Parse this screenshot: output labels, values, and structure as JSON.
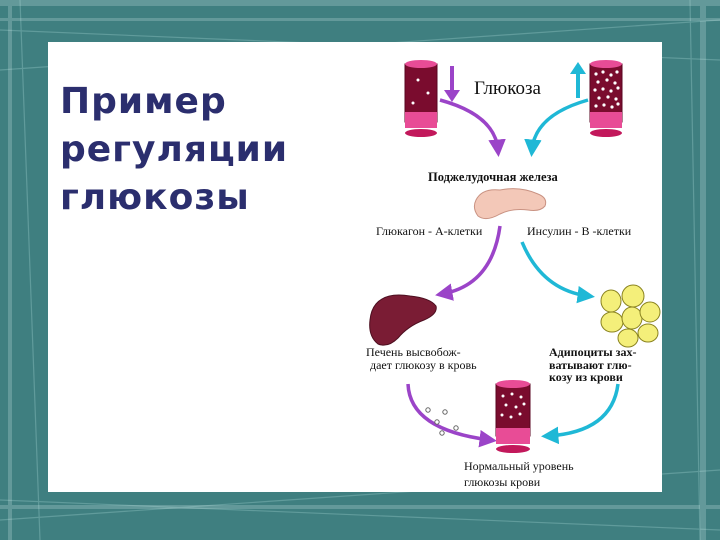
{
  "slide": {
    "title_lines": [
      "Пример",
      "регуляции",
      "глюкозы"
    ]
  },
  "diagram": {
    "glucose_label": "Глюкоза",
    "pancreas_label": "Поджелудочная железа",
    "glucagon_label": "Глюкагон - А-клетки",
    "insulin_label": "Инсулин - В -клетки",
    "liver_label_lines": [
      "Печень высвобож-",
      "дает глюкозу в кровь"
    ],
    "adipocyte_label_lines": [
      "Адипоциты  зах-",
      "ватывают глю-",
      "козу из крови"
    ],
    "normal_label_lines": [
      "Нормальный уровень",
      "глюкозы крови"
    ]
  },
  "colors": {
    "background": "#3f7f80",
    "title": "#2b2e6e",
    "tube": "#c2185b",
    "tube_band": "#e84c96",
    "blood": "#7a0c2e",
    "purple_arrow": "#9b44c8",
    "cyan_arrow": "#1fb8d6",
    "pancreas": "#f3c8b8",
    "liver": "#7a1c34",
    "adipocyte": "#f4ef7a"
  }
}
